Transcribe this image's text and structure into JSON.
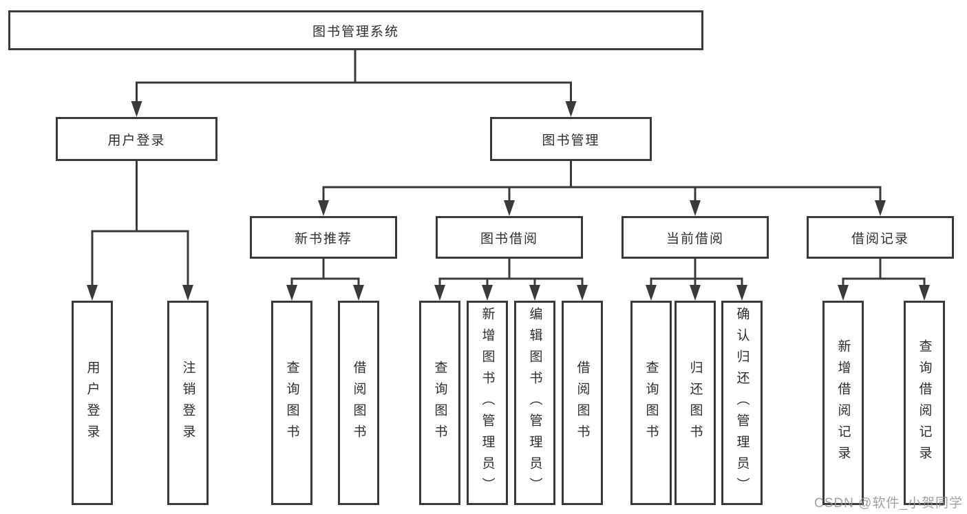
{
  "diagram_title": "图书管理系统",
  "nodes": {
    "system": {
      "label": "图书管理系统"
    },
    "user_login": {
      "label": "用户登录"
    },
    "book_mgmt": {
      "label": "图书管理"
    },
    "new_book_rec": {
      "label": "新书推荐"
    },
    "book_borrow": {
      "label": "图书借阅"
    },
    "current_borrow": {
      "label": "当前借阅"
    },
    "borrow_records": {
      "label": "借阅记录"
    },
    "ul_login": {
      "label": "用户登录"
    },
    "ul_logout": {
      "label": "注销登录"
    },
    "nbr_query": {
      "label": "查询图书"
    },
    "nbr_borrow": {
      "label": "借阅图书"
    },
    "bb_query": {
      "label": "查询图书"
    },
    "bb_add": {
      "label": "新增图书（管理员）"
    },
    "bb_edit": {
      "label": "编辑图书（管理员）"
    },
    "bb_borrow": {
      "label": "借阅图书"
    },
    "cb_query": {
      "label": "查询图书"
    },
    "cb_return": {
      "label": "归还图书"
    },
    "cb_confirm": {
      "label": "确认归还（管理员）"
    },
    "br_add": {
      "label": "新增借阅记录"
    },
    "br_query": {
      "label": "查询借阅记录"
    }
  },
  "hierarchy": {
    "图书管理系统": {
      "用户登录": [
        "用户登录",
        "注销登录"
      ],
      "图书管理": {
        "新书推荐": [
          "查询图书",
          "借阅图书"
        ],
        "图书借阅": [
          "查询图书",
          "新增图书（管理员）",
          "编辑图书（管理员）",
          "借阅图书"
        ],
        "当前借阅": [
          "查询图书",
          "归还图书",
          "确认归还（管理员）"
        ],
        "借阅记录": [
          "新增借阅记录",
          "查询借阅记录"
        ]
      }
    }
  },
  "watermark": {
    "text": "CSDN @软件_小贺同学",
    "color": "#949494"
  },
  "colors": {
    "line": "#3a3a3a",
    "box_border": "#3a3a3a",
    "text": "#2e2e2e",
    "background": "#ffffff"
  }
}
